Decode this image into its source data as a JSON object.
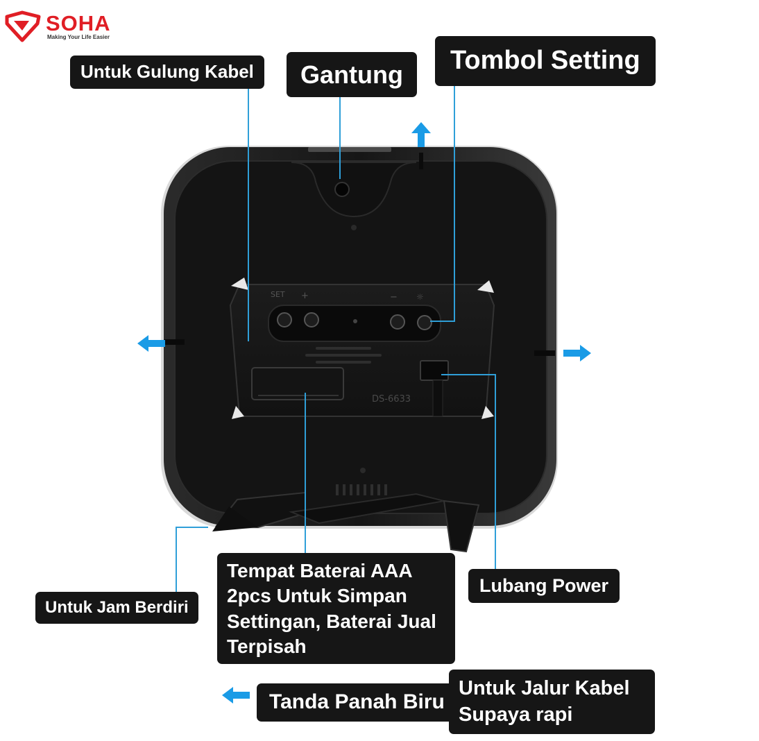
{
  "logo": {
    "name": "SOHA",
    "tagline": "Making Your Life Easier",
    "color": "#e01e25"
  },
  "device": {
    "model": "DS-6633",
    "button_labels": [
      "SET",
      "+",
      "−",
      "☼"
    ],
    "body_color": "#171717"
  },
  "labels": {
    "cable_wrap": "Untuk Gulung Kabel",
    "hang": "Gantung",
    "setting_button": "Tombol Setting",
    "stand": "Untuk Jam Berdiri",
    "battery": "Tempat Baterai AAA 2pcs Untuk Simpan Settingan, Baterai Jual Terpisah",
    "power": "Lubang Power",
    "blue_arrow": "Tanda Panah Biru",
    "cable_route": "Untuk Jalur Kabel Supaya rapi"
  },
  "colors": {
    "label_bg": "#161616",
    "label_text": "#ffffff",
    "arrow": "#1a9be6",
    "leader_line": "#2f9fd8"
  }
}
